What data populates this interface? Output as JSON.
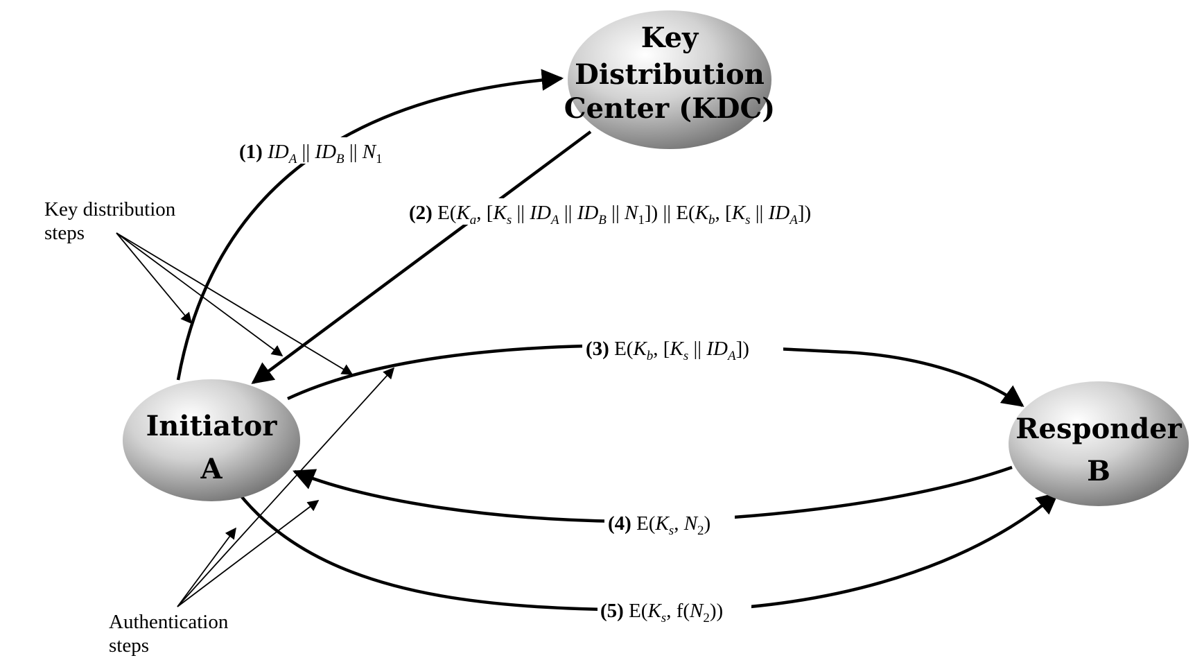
{
  "nodes": {
    "kdc": {
      "line1": "Key",
      "line2": "Distribution",
      "line3": "Center (KDC)"
    },
    "initiator": {
      "line1": "Initiator",
      "line2": "A"
    },
    "responder": {
      "line1": "Responder",
      "line2": "B"
    }
  },
  "messages": {
    "m1": {
      "step": "(1)",
      "id": "ID",
      "a": "A",
      "sep": "||",
      "b": "B",
      "n": "N",
      "one": "1"
    },
    "m2": {
      "step": "(2)",
      "e": "E(",
      "k": "K",
      "ka": "a",
      "ks": "s",
      "id": "ID",
      "a": "A",
      "sep": "||",
      "b": "B",
      "n": "N",
      "one": "1",
      "kb": "b"
    },
    "m3": {
      "step": "(3)",
      "e": "E(",
      "k": "K",
      "kb": "b",
      "ks": "s",
      "id": "ID",
      "a": "A",
      "sep": "||"
    },
    "m4": {
      "step": "(4)",
      "e": "E(",
      "k": "K",
      "ks": "s",
      "n": "N",
      "two": "2"
    },
    "m5": {
      "step": "(5)",
      "e": "E(",
      "k": "K",
      "ks": "s",
      "f": "f(",
      "n": "N",
      "two": "2"
    }
  },
  "notes": {
    "key_distribution": {
      "line1": "Key distribution",
      "line2": "steps"
    },
    "authentication": {
      "line1": "Authentication",
      "line2": "steps"
    }
  }
}
